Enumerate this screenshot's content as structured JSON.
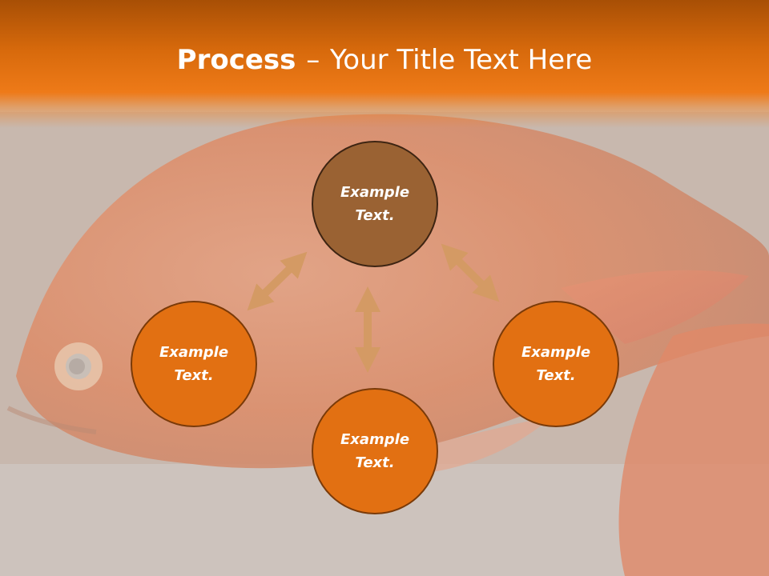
{
  "slide": {
    "title_bold": "Process",
    "title_sep": "–",
    "title_rest": "Your Title Text Here"
  },
  "diagram": {
    "nodes": [
      {
        "label": "Example Text."
      },
      {
        "label": "Example Text."
      },
      {
        "label": "Example Text."
      },
      {
        "label": "Example Text."
      }
    ]
  },
  "colors": {
    "header_orange": "#e27012",
    "node_orange": "#e27012",
    "node_brown": "#9a6233",
    "arrow_tan": "#d49a64",
    "background": "#cfc7c2"
  }
}
